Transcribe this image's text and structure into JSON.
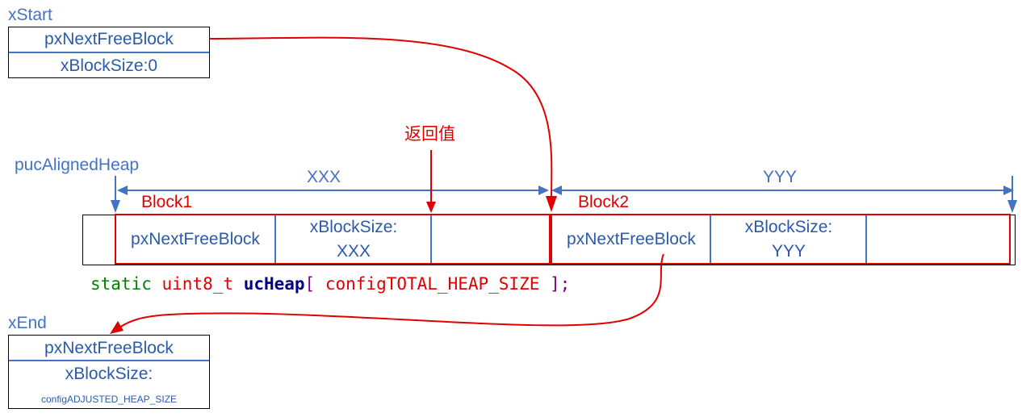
{
  "x_start": {
    "title": "xStart",
    "field_next": "pxNextFreeBlock",
    "field_size": "xBlockSize:0"
  },
  "heap": {
    "label": "pucAlignedHeap",
    "return_label": "返回值",
    "span1_label": "XXX",
    "span2_label": "YYY",
    "block1": {
      "title": "Block1",
      "next": "pxNextFreeBlock",
      "size_line1": "xBlockSize:",
      "size_line2": "XXX"
    },
    "block2": {
      "title": "Block2",
      "next": "pxNextFreeBlock",
      "size_line1": "xBlockSize:",
      "size_line2": "YYY"
    },
    "code": {
      "kw_static": "static",
      "type": "uint8_t",
      "name": "ucHeap",
      "open": "[",
      "size_expr": "configTOTAL_HEAP_SIZE",
      "close": "];"
    }
  },
  "x_end": {
    "title": "xEnd",
    "field_next": "pxNextFreeBlock",
    "field_size": "xBlockSize:",
    "field_size_value": "configADJUSTED_HEAP_SIZE"
  },
  "colors": {
    "blue": "#4472c4",
    "red": "#e00000",
    "code_green": "#008000",
    "code_red": "#e00000",
    "code_navy": "#000080",
    "code_purple": "#800080"
  }
}
